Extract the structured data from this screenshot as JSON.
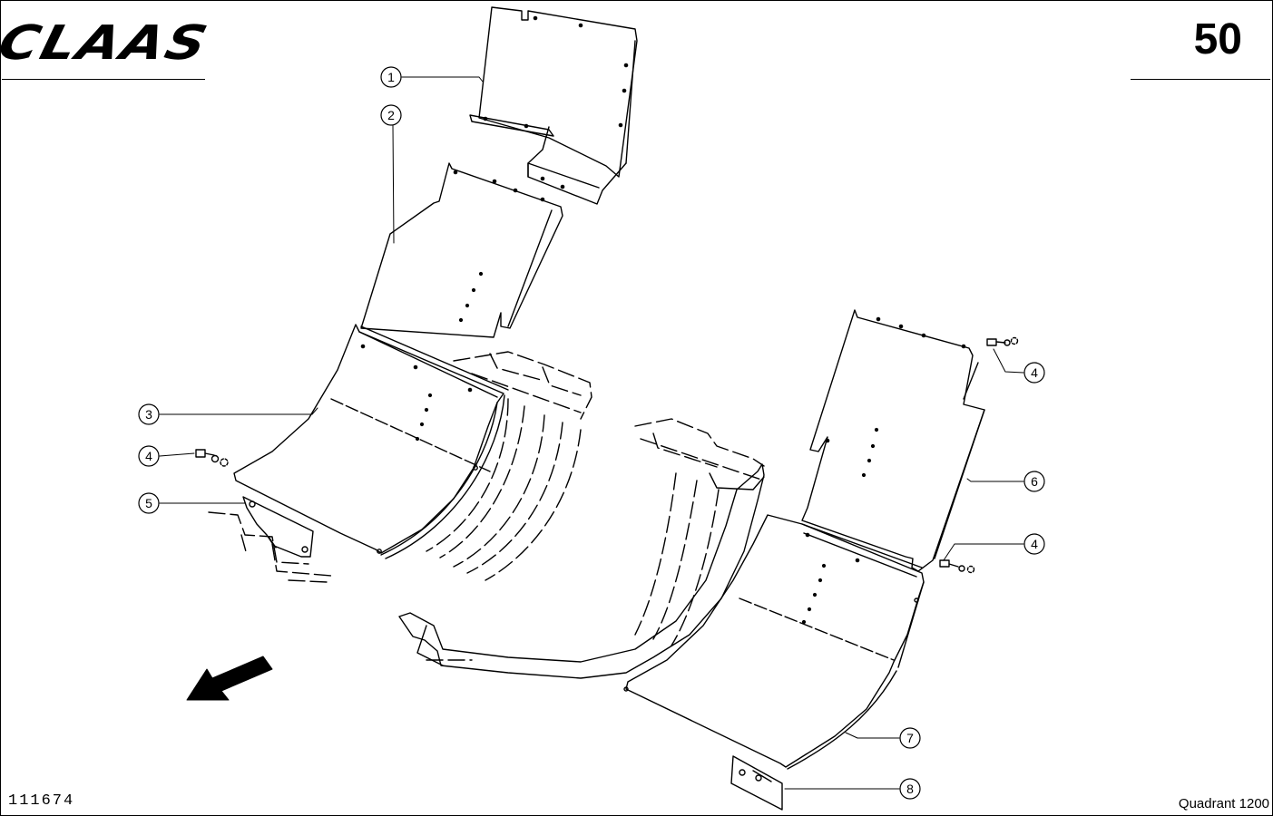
{
  "header": {
    "brand": "CLAAS",
    "page_number": "50"
  },
  "footer": {
    "drawing_number": "111674",
    "model": "Quadrant 1200"
  },
  "callouts": [
    {
      "id": "1",
      "label": "1"
    },
    {
      "id": "2",
      "label": "2"
    },
    {
      "id": "3",
      "label": "3"
    },
    {
      "id": "4a",
      "label": "4"
    },
    {
      "id": "5",
      "label": "5"
    },
    {
      "id": "4b",
      "label": "4"
    },
    {
      "id": "6",
      "label": "6"
    },
    {
      "id": "4c",
      "label": "4"
    },
    {
      "id": "7",
      "label": "7"
    },
    {
      "id": "8",
      "label": "8"
    }
  ],
  "icons": {
    "direction": "direction-arrow-icon"
  }
}
